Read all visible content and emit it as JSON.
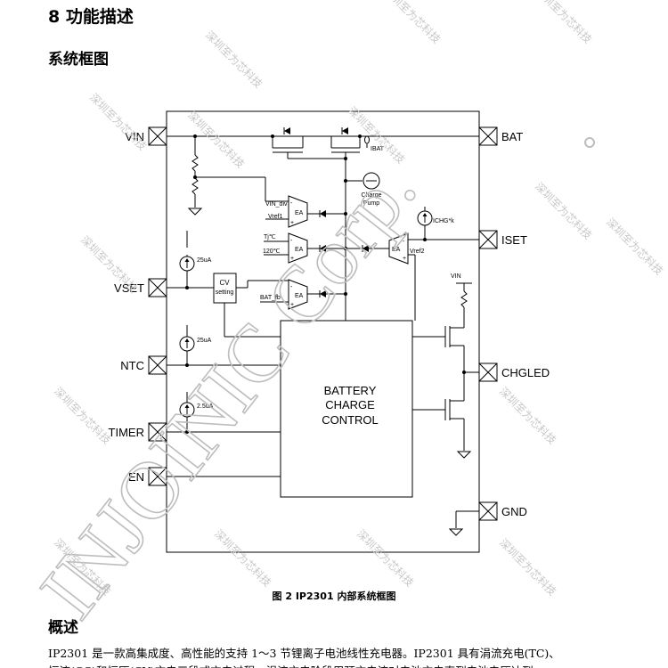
{
  "section_title": "8 功能描述",
  "subsection_title": "系统框图",
  "figure_caption": "图 2   IP2301 内部系统框图",
  "overview_title": "概述",
  "overview_text": "IP2301 是一款高集成度、高性能的支持 1～3 节锂离子电池线性充电器。IP2301 具有涓流充电(TC)、",
  "overview_text_cont": "恒流(CC)和恒压(CV)充电三段式充电过程，涓流充电阶段用预充电流对电池充电直到电池电压达到",
  "diagram": {
    "pins": {
      "vin": "VIN",
      "vset": "VSET",
      "ntc": "NTC",
      "timer": "TIMER",
      "en": "EN",
      "bat": "BAT",
      "iset": "ISET",
      "chgled": "CHGLED",
      "gnd": "GND"
    },
    "block_line1": "BATTERY",
    "block_line2": "CHARGE",
    "block_line3": "CONTROL",
    "cv_line1": "CV",
    "cv_line2": "setting",
    "ea_label": "EA",
    "ibat_label": "IBAT",
    "charge_pump_line1": "Charge",
    "charge_pump_line2": "Pump",
    "ichg_label": "ICHG*k",
    "vin_div_label": "VIN_div",
    "vref1_label": "Vref1",
    "tj_label": "Tj℃",
    "t120_label": "120℃",
    "bat_fb_label": "BAT_fb",
    "vref2_label": "Vref2",
    "vin_small_label": "VIN",
    "i25_label": "25uA",
    "i25b_label": "25uA",
    "i2_5_label": "2.5uA",
    "plus": "+",
    "minus": "-"
  },
  "watermark": {
    "company": "INJOINIC Corp.",
    "chinese": "深圳至为芯科技"
  }
}
